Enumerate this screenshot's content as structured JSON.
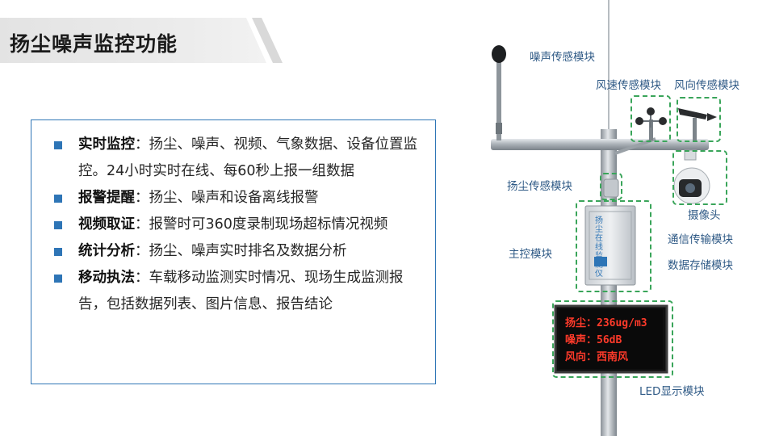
{
  "slide": {
    "title": "扬尘噪声监控功能"
  },
  "features": [
    {
      "title": "实时监控",
      "separator": "：",
      "text": "扬尘、噪声、视频、气象数据、设备位置监控。24小时实时在线、每60秒上报一组数据"
    },
    {
      "title": "报警提醒",
      "separator": "：",
      "text": "扬尘、噪声和设备离线报警"
    },
    {
      "title": "视频取证",
      "separator": "：",
      "text": "报警时可360度录制现场超标情况视频"
    },
    {
      "title": "统计分析",
      "separator": "：",
      "text": "扬尘、噪声实时排名及数据分析"
    },
    {
      "title": "移动执法",
      "separator": "：",
      "text": "车载移动监测实时情况、现场生成监测报告，包括数据列表、图片信息、报告结论"
    }
  ],
  "device": {
    "labels": {
      "noise_sensor": "噪声传感模块",
      "wind_speed": "风速传感模块",
      "wind_direction": "风向传感模块",
      "dust_sensor": "扬尘传感模块",
      "camera": "摄像头",
      "main_control": "主控模块",
      "comm": "通信传输模块",
      "storage": "数据存储模块",
      "led": "LED显示模块"
    },
    "cabinet_text": "扬尘在线监测仪",
    "led_lines": [
      "扬尘：236ug/m3",
      "噪声：56dB",
      "风向：西南风"
    ]
  }
}
